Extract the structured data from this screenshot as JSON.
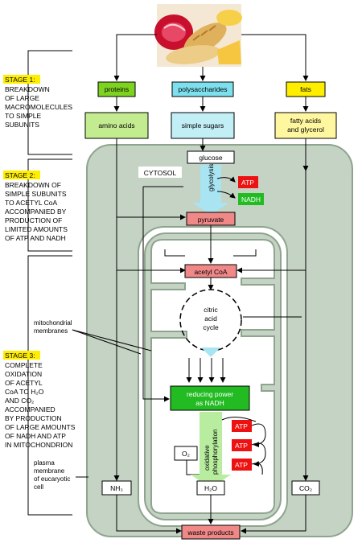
{
  "stages": [
    {
      "title": "STAGE 1:",
      "lines": [
        "BREAKDOWN",
        "OF LARGE",
        "MACROMOLECULES",
        "TO SIMPLE",
        "SUBUNITS"
      ]
    },
    {
      "title": "STAGE 2:",
      "lines": [
        "BREAKDOWN OF",
        "SIMPLE SUBUNITS",
        "TO ACETYL CoA",
        "ACCOMPANIED BY",
        "PRODUCTION OF",
        "LIMITED AMOUNTS",
        "OF ATP AND NADH"
      ]
    },
    {
      "title": "STAGE 3:",
      "lines": [
        "COMPLETE",
        "OXIDATION",
        "OF ACETYL",
        "CoA TO H₂O",
        "AND CO₂",
        "ACCOMPANIED",
        "BY PRODUCTION",
        "OF LARGE AMOUNTS",
        "OF NADH AND ATP",
        "IN MITOCHONDRION"
      ]
    }
  ],
  "macromolecules": {
    "proteins": "proteins",
    "polysaccharides": "polysaccharides",
    "fats": "fats"
  },
  "subunits": {
    "amino_acids": "amino acids",
    "simple_sugars": "simple sugars",
    "fatty_acids": [
      "fatty acids",
      "and glycerol"
    ]
  },
  "labels": {
    "glucose": "glucose",
    "cytosol": "CYTOSOL",
    "glycolysis": "glycolysis",
    "atp": "ATP",
    "nadh": "NADH",
    "pyruvate": "pyruvate",
    "acetyl_coa": "acetyl CoA",
    "citric_cycle": [
      "citric",
      "acid",
      "cycle"
    ],
    "reducing_power": [
      "reducing power",
      "as NADH"
    ],
    "oxidative": [
      "oxidative",
      "phosphorylation"
    ],
    "o2": "O₂",
    "h2o": "H₂O",
    "nh3": "NH₃",
    "co2": "CO₂",
    "waste": "waste products",
    "mito_membranes": [
      "mitochondrial",
      "membranes"
    ],
    "plasma_membrane": [
      "plasma",
      "membrane",
      "of eucaryotic",
      "cell"
    ]
  },
  "colors": {
    "cell_fill": "#c4d3c4",
    "cell_border": "#8ea48e",
    "proteins": "#7ed321",
    "polysaccharides": "#7ee0ee",
    "fats": "#ffee00",
    "amino": "#c3ec90",
    "sugars": "#c2eef6",
    "fatty": "#fff7a0",
    "red": "#ee1111",
    "green": "#22bb22",
    "pink": "#f08888",
    "glyco_arrow": "#a8e4f2",
    "ox_arrow": "#b8ec9e"
  },
  "food_image": "food-photo"
}
